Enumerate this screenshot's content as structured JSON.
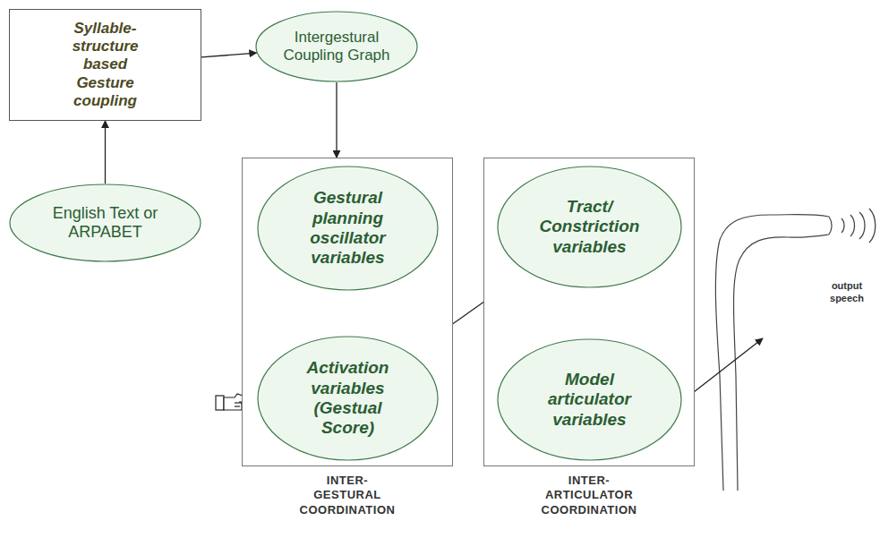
{
  "diagram": {
    "nodes": [
      {
        "text": [
          "Syllable-structure based Gesture coupling"
        ]
      },
      {
        "text": [
          "Intergestural Coupling Graph"
        ]
      },
      {
        "text": [
          "English Text or ARPABET"
        ]
      },
      {
        "text": [
          "INTER- GESTURAL COORDINATION"
        ]
      },
      {
        "text": [
          "Gestural planning oscillator variables"
        ],
        "in": 3
      },
      {
        "text": [
          "Activation variables (Gestual Score)"
        ],
        "in": 3
      },
      {
        "text": [
          "INTER- ARTICULATOR COORDINATION"
        ]
      },
      {
        "text": [
          "Tract/ Constriction variables"
        ],
        "in": 6
      },
      {
        "text": [
          "Model articulator variables"
        ],
        "in": 6
      }
    ],
    "edges": [
      {
        "from": 2,
        "to": 0,
        "arrow": "to"
      },
      {
        "from": 0,
        "to": 1,
        "arrow": "to"
      },
      {
        "from": 1,
        "to": 3,
        "arrow": "to"
      },
      {
        "from": 4,
        "to": 5,
        "arrow": "to"
      },
      {
        "from": 5,
        "to": 7,
        "arrow": "to"
      },
      {
        "from": 7,
        "to": 8,
        "arrow": "to"
      }
    ],
    "labels": [
      "output speech"
    ]
  }
}
